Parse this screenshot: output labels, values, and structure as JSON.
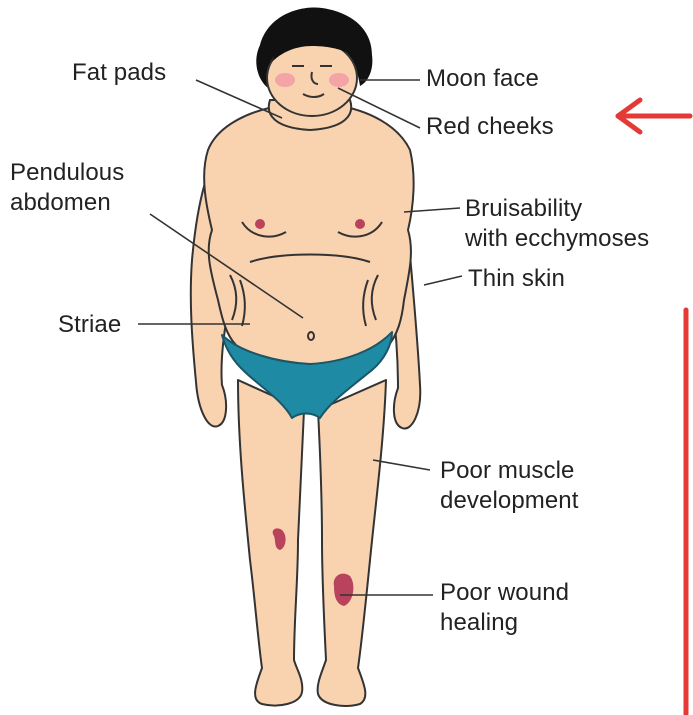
{
  "labels": {
    "fat_pads": "Fat pads",
    "moon_face": "Moon face",
    "red_cheeks": "Red cheeks",
    "pendulous_abdomen": "Pendulous\nabdomen",
    "bruisability": "Bruisability\nwith ecchymoses",
    "thin_skin": "Thin skin",
    "striae": "Striae",
    "poor_muscle": "Poor muscle\ndevelopment",
    "poor_wound": "Poor wound\nhealing"
  },
  "colors": {
    "skin": "#f9d2b0",
    "skin_outline": "#333333",
    "hair": "#111111",
    "underwear": "#1f8aa3",
    "cheek": "#f3a0a6",
    "bruise": "#b9435c",
    "annotation_red": "#e53935",
    "leader_line": "#333333"
  }
}
